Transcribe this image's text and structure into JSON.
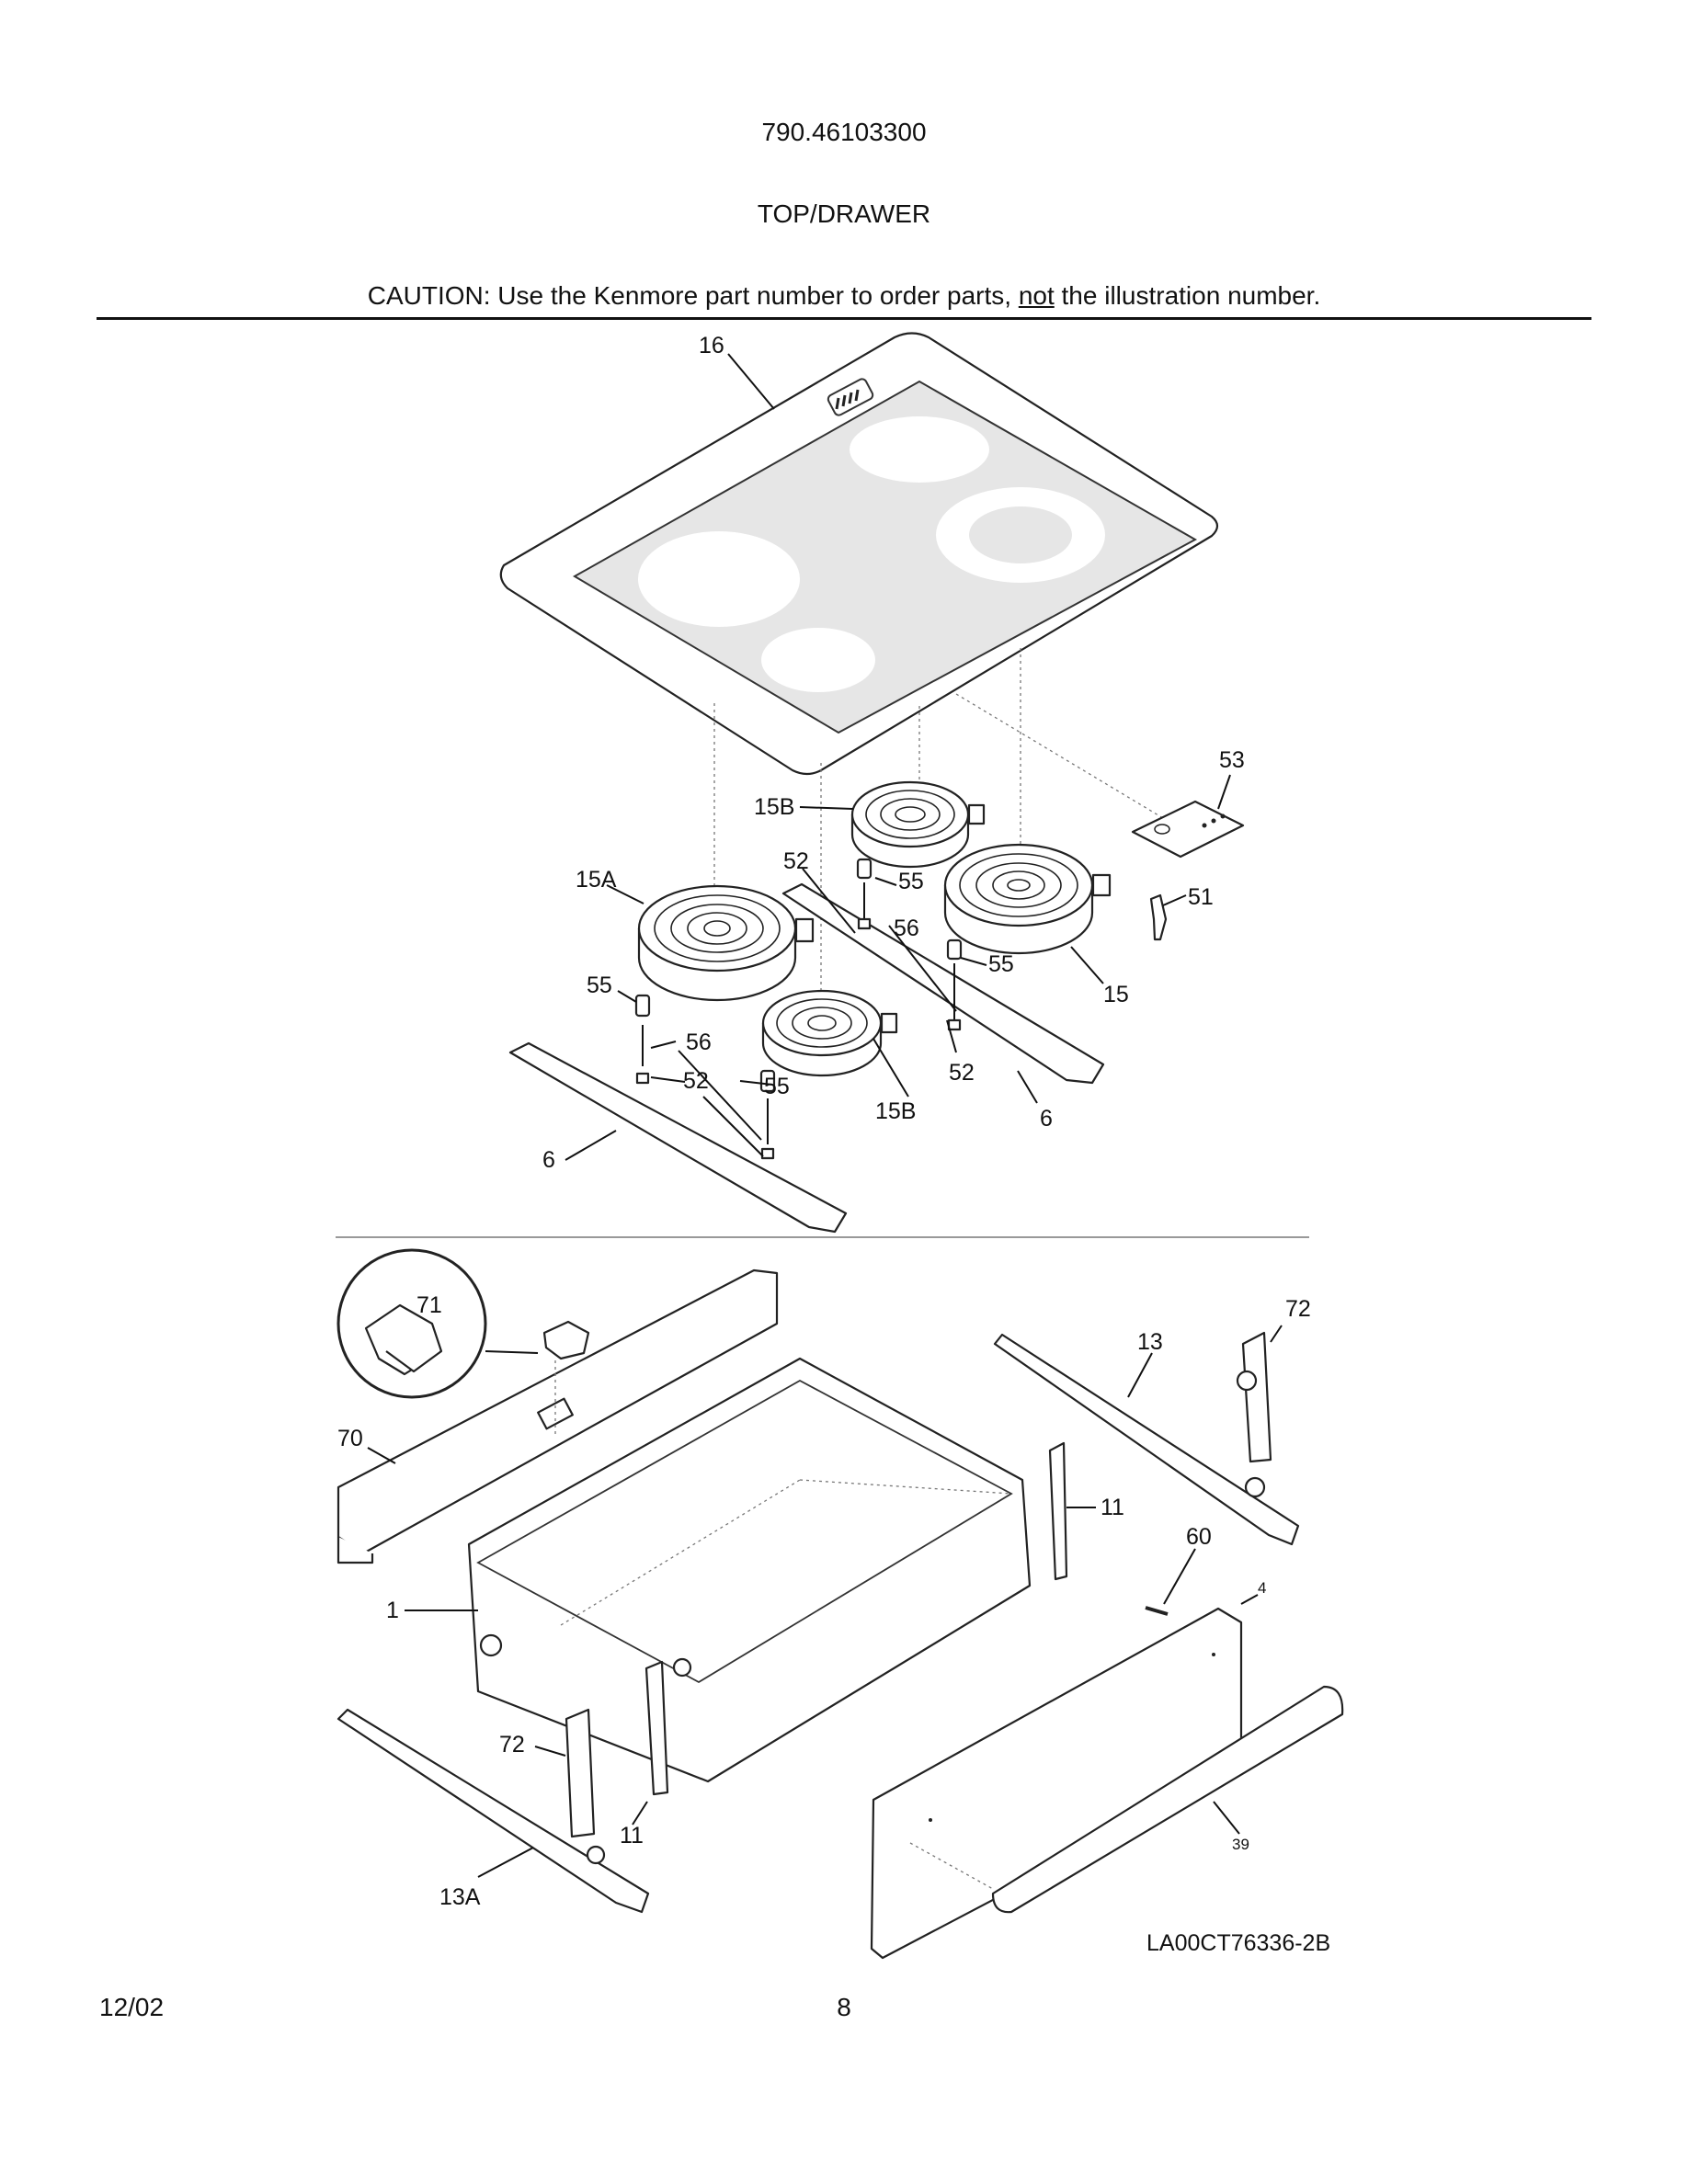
{
  "header": {
    "model_number": "790.46103300",
    "section_title": "TOP/DRAWER",
    "caution_prefix": "CAUTION: Use the Kenmore part number to order parts, ",
    "caution_emphasis": "not",
    "caution_suffix": " the illustration number."
  },
  "callouts": {
    "c16": "16",
    "c53": "53",
    "c15B_top": "15B",
    "c52_top": "52",
    "c55_a": "55",
    "c15A": "15A",
    "c56_a": "56",
    "c51": "51",
    "c55_b": "55",
    "c15": "15",
    "c55_c": "55",
    "c56_b": "56",
    "c52_left": "52",
    "c55_d": "55",
    "c52_mid": "52",
    "c15B_bot": "15B",
    "c6_right": "6",
    "c6_left": "6",
    "c71": "71",
    "c72_right": "72",
    "c13": "13",
    "c70": "70",
    "c11_right": "11",
    "c60": "60",
    "c4": "4",
    "c1": "1",
    "c72_left": "72",
    "c11_left": "11",
    "c39": "39",
    "c13A": "13A"
  },
  "drawing_id": "LA00CT76336-2B",
  "footer": {
    "date": "12/02",
    "page_number": "8"
  }
}
